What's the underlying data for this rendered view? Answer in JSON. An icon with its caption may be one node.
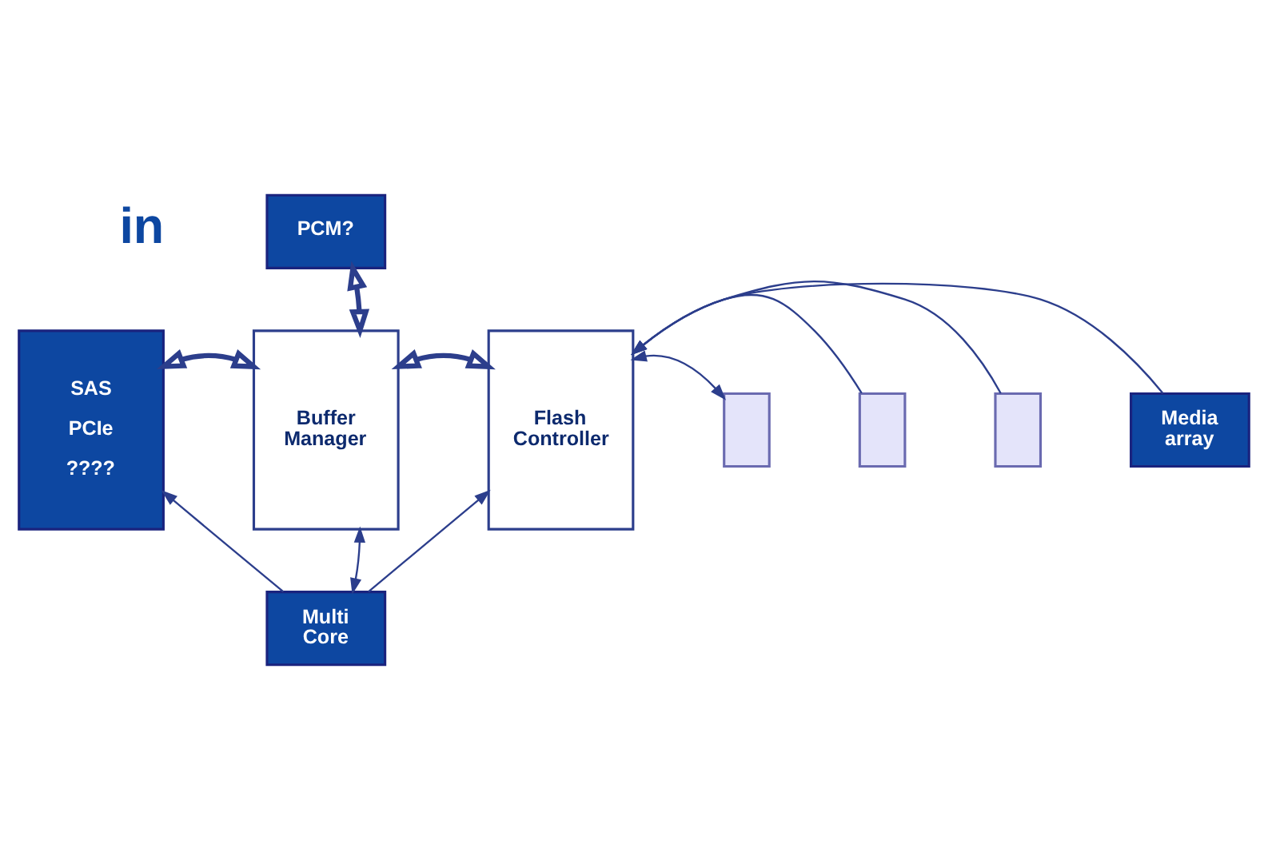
{
  "diagram": {
    "nodes": [
      {
        "text": [
          "PCM?"
        ]
      },
      {
        "text": [
          "SAS",
          "PCIe",
          "????"
        ]
      },
      {
        "text": [
          "Buffer Manager"
        ]
      },
      {
        "text": [
          "Flash Controller"
        ]
      },
      {
        "text": [],
        "shape": "box"
      },
      {
        "text": [],
        "shape": "box"
      },
      {
        "text": [],
        "shape": "box"
      },
      {
        "text": [
          "Media array"
        ]
      },
      {
        "text": [
          "Multi Core"
        ]
      }
    ],
    "edges": [
      {
        "from": 0,
        "to": 2,
        "arrow": "both",
        "style": "thick"
      },
      {
        "from": 1,
        "to": 2,
        "arrow": "both",
        "style": "thick"
      },
      {
        "from": 2,
        "to": 3,
        "arrow": "both",
        "style": "thick"
      },
      {
        "from": 3,
        "to": 4,
        "arrow": "both"
      },
      {
        "from": 5,
        "to": 3,
        "arrow": "to"
      },
      {
        "from": 6,
        "to": 3,
        "arrow": "to"
      },
      {
        "from": 7,
        "to": 3,
        "arrow": "to"
      },
      {
        "from": 8,
        "to": 1,
        "arrow": "to"
      },
      {
        "from": 8,
        "to": 2,
        "arrow": "both"
      },
      {
        "from": 8,
        "to": 3,
        "arrow": "to"
      }
    ],
    "labels": [
      "in"
    ]
  }
}
